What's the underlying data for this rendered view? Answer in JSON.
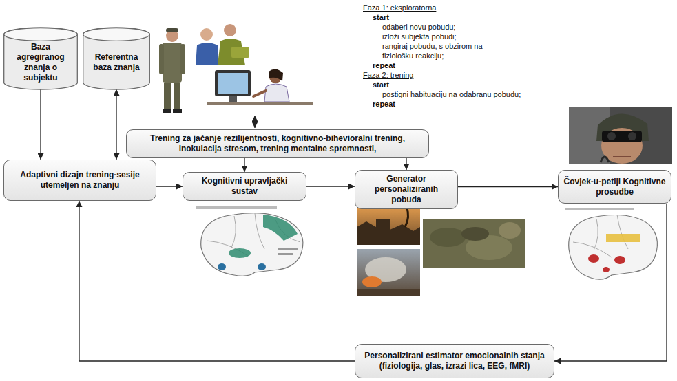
{
  "diagram": {
    "nodes": [
      {
        "text": [
          "Baza agregiranog znanja o subjektu"
        ]
      },
      {
        "text": [
          "Referentna baza znanja"
        ]
      },
      {
        "text": [
          "Trening za jačanje rezilijentnosti, kognitivno-bihevioralni trening, inokulacija stresom, trening mentalne spremnosti,"
        ]
      },
      {
        "text": [
          "Adaptivni dizajn trening-sesije utemeljen na znanju"
        ]
      },
      {
        "text": [
          "Kognitivni upravljački sustav"
        ]
      },
      {
        "text": [
          "Generator personaliziranih pobuda"
        ]
      },
      {
        "text": [
          "Čovjek-u-petlji Kognitivne prosudbe"
        ]
      },
      {
        "text": [
          "Personalizirani estimator emocionalnih stanja (fiziologija, glas, izrazi lica, EEG, fMRI)"
        ]
      }
    ],
    "edges": [
      {
        "from": 0,
        "to": 3,
        "arrow": "to"
      },
      {
        "from": 1,
        "to": 3,
        "arrow": "both"
      },
      {
        "from": 3,
        "to": 4,
        "arrow": "to"
      },
      {
        "from": 4,
        "to": 5,
        "arrow": "to"
      },
      {
        "from": 5,
        "to": 6,
        "arrow": "to"
      },
      {
        "from": 2,
        "to": 4,
        "arrow": "to"
      },
      {
        "from": 2,
        "to": 5,
        "arrow": "to"
      },
      {
        "from": 6,
        "to": 7,
        "arrow": "to"
      },
      {
        "from": 7,
        "to": 3,
        "arrow": "to"
      }
    ],
    "labels": [
      "Faza 1: eksploratorna",
      "start",
      "odaberi novu pobudu;",
      "izloži subjekta pobudi;",
      "rangiraj pobudu, s obzirom na fiziološku reakciju;",
      "repeat",
      "Faza 2: trening",
      "start",
      "postigni habituaciju na odabranu pobudu;",
      "repeat"
    ]
  }
}
